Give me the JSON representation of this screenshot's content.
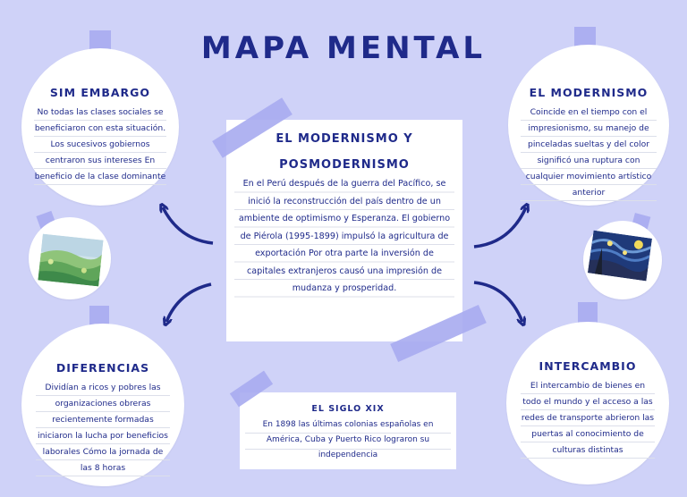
{
  "title": "MAPA MENTAL",
  "center": {
    "heading_line1": "EL MODERNISMO Y",
    "heading_line2": "POSMODERNISMO",
    "body": "En el Perú después de la guerra del Pacífico, se inició la reconstrucción del país dentro de un ambiente de optimismo y Esperanza. El gobierno de Piérola (1995-1899) impulsó la agricultura de exportación Por otra parte la inversión de capitales extranjeros causó una impresión de mudanza y prosperidad."
  },
  "sim_embargo": {
    "heading": "SIM EMBARGO",
    "body": "No todas las clases sociales se beneficiaron con esta situación. Los sucesivos gobiernos centraron sus intereses En beneficio de la clase dominante"
  },
  "el_modernismo": {
    "heading": "EL MODERNISMO",
    "body": "Coincide en el tiempo con el impresionismo, su manejo de pinceladas sueltas y del color significó una ruptura con cualquier movimiento artístico anterior"
  },
  "diferencias": {
    "heading": "DIFERENCIAS",
    "body": "Dividían a ricos y pobres las organizaciones obreras recientemente formadas iniciaron la lucha por beneficios laborales Cómo la jornada de las 8 horas"
  },
  "intercambio": {
    "heading": "INTERCAMBIO",
    "body": "El intercambio de bienes en todo el mundo y el acceso a las redes de transporte abrieron las puertas al conocimiento de culturas distintas"
  },
  "siglo_xix": {
    "heading": "EL SIGLO XIX",
    "body": "En 1898 las últimas colonias españolas en América, Cuba y Puerto Rico lograron su independencia"
  },
  "colors": {
    "background": "#cfd2f8",
    "text": "#1f2a8a",
    "tape": "#a7abef",
    "arrow": "#1f2a8a"
  },
  "icons": {
    "left_painting": "impressionist-landscape-painting",
    "right_painting": "starry-night-painting"
  }
}
